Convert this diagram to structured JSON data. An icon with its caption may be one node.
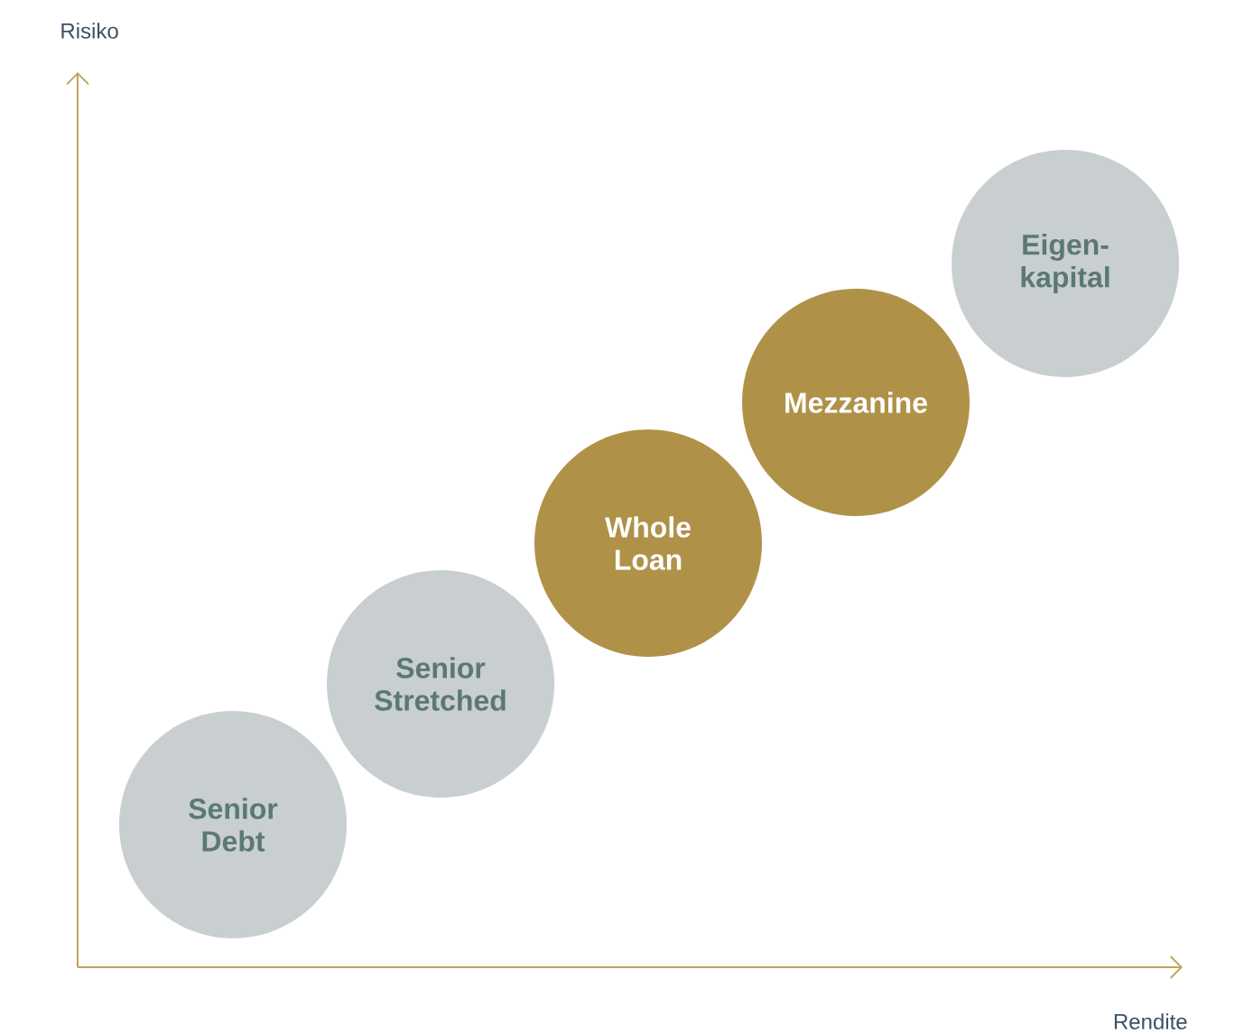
{
  "diagram": {
    "nodes": [
      {
        "text": [
          "Senior Debt"
        ]
      },
      {
        "text": [
          "Senior Stretched"
        ]
      },
      {
        "text": [
          "Whole Loan"
        ]
      },
      {
        "text": [
          "Mezzanine"
        ]
      },
      {
        "text": [
          "Eigen- kapital"
        ]
      }
    ],
    "labels": [
      "Risiko",
      "Rendite"
    ]
  }
}
